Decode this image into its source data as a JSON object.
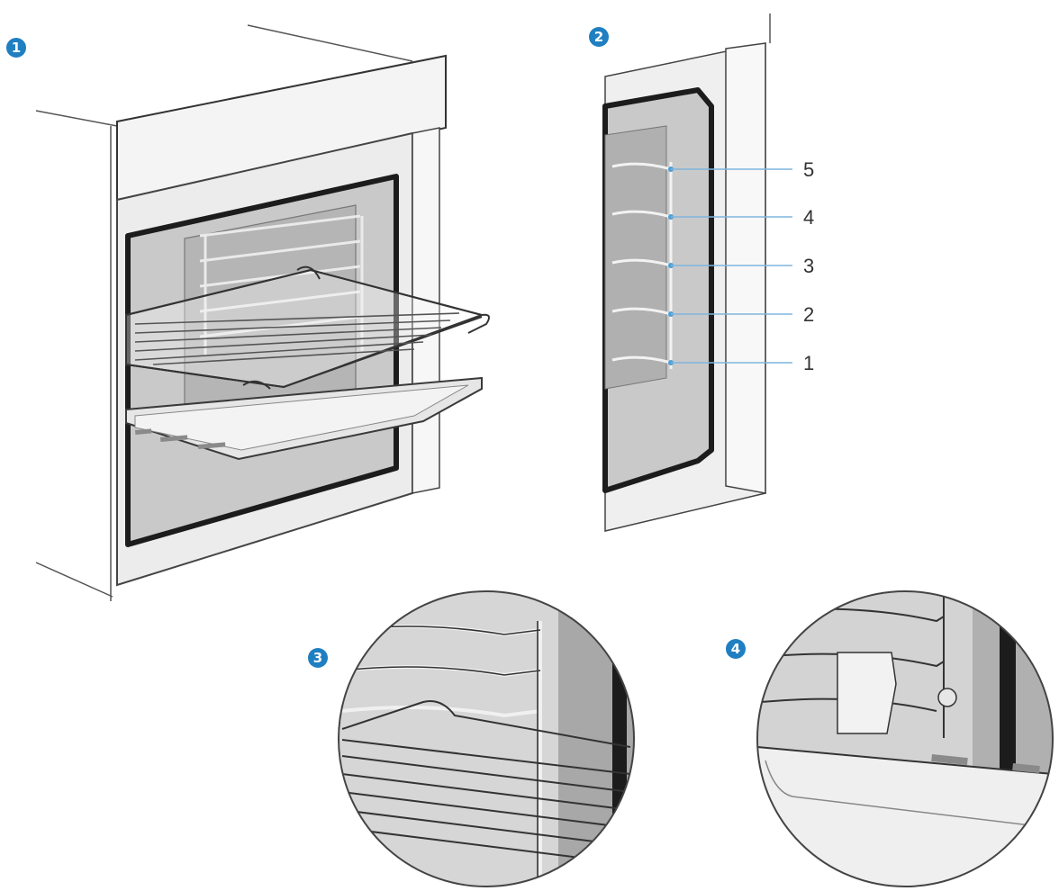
{
  "colors": {
    "badge": "#1f7fc1",
    "line": "#555555",
    "frame": "#6e6e6e",
    "cavity": "#c9c9c9",
    "gasket": "#1c1c1c",
    "panel": "#f2f2f2",
    "leader": "#7fb6dd"
  },
  "steps": [
    {
      "number": "1",
      "icon": "circled-number-1"
    },
    {
      "number": "2",
      "icon": "circled-number-2"
    },
    {
      "number": "3",
      "icon": "circled-number-3"
    },
    {
      "number": "4",
      "icon": "circled-number-4"
    }
  ],
  "shelf_levels": [
    "5",
    "4",
    "3",
    "2",
    "1"
  ]
}
